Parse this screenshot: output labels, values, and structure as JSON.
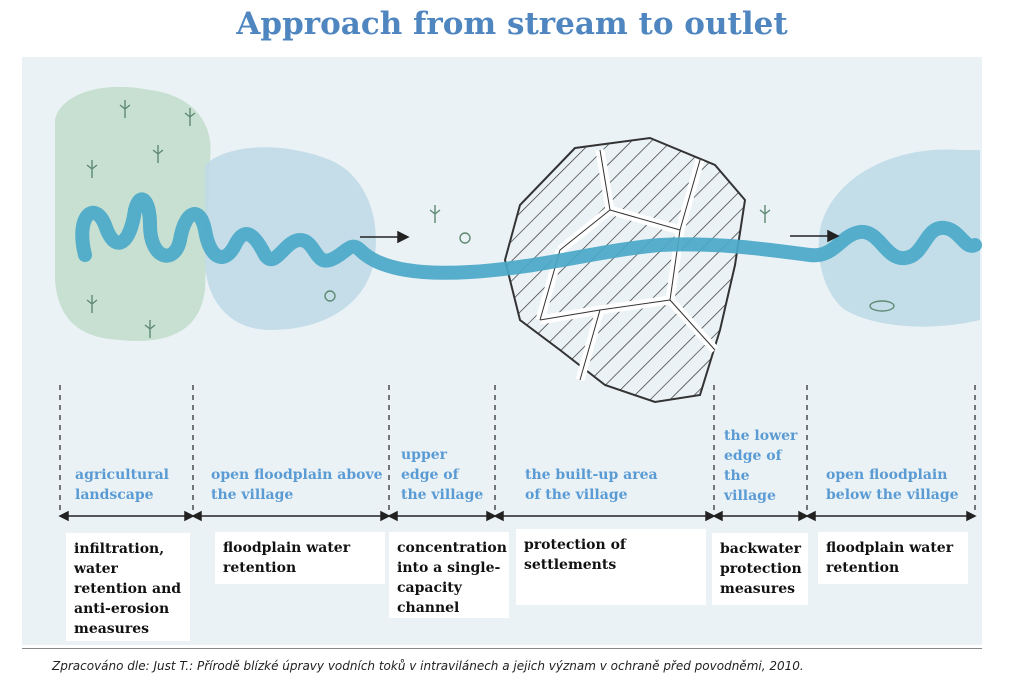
{
  "title": "Approach from stream to outlet",
  "zones": [
    {
      "id": "agri",
      "label": "agricultural landscape",
      "measure": "infiltration, water retention and anti-erosion measures"
    },
    {
      "id": "above",
      "label": "open floodplain above the village",
      "measure": "floodplain water retention"
    },
    {
      "id": "upper",
      "label": "upper edge of the village",
      "measure": "concentration into a single-capacity channel"
    },
    {
      "id": "builtup",
      "label": "the built-up area of the village",
      "measure": "protection of settlements"
    },
    {
      "id": "lower",
      "label": "the lower edge of the village",
      "measure": "backwater protection measures"
    },
    {
      "id": "below",
      "label": "open floodplain below the village",
      "measure": "floodplain water retention"
    }
  ],
  "source": "Zpracováno dle: Just T.: Přírodě blízké úpravy vodních toků v intravilánech a jejich význam v ochraně před povodněmi, 2010.",
  "colors": {
    "title": "#4f86c0",
    "river": "#4aa8c8",
    "label": "#5a9bd3",
    "panel": "#eaf2f6"
  }
}
